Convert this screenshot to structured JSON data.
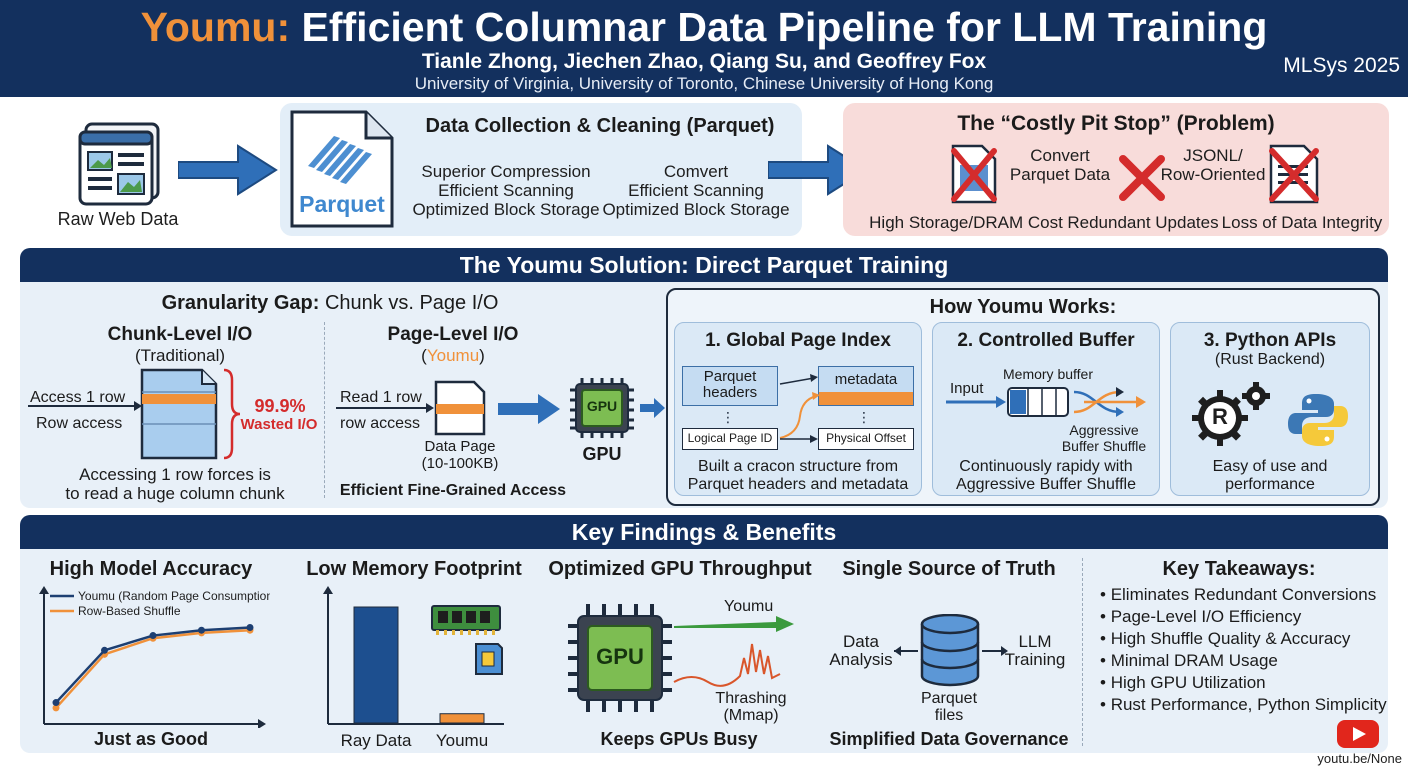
{
  "header": {
    "title_accent": "Youmu:",
    "title_rest": "Efficient Columnar Data Pipeline  for LLM Training",
    "authors": "Tianle Zhong, Jiechen Zhao, Qiang Su, and Geoffrey Fox",
    "affiliations": "University of Virginia,  University of Toronto,  Chinese University of Hong Kong",
    "venue": "MLSys 2025"
  },
  "top": {
    "raw_label": "Raw Web Data",
    "parquet_logo": "Parquet",
    "collection_title": "Data Collection & Cleaning (Parquet)",
    "col1": [
      "Superior Compression",
      "Efficient Scanning",
      "Optimized Block Storage"
    ],
    "col2": [
      "Comvert",
      "Efficient Scanning",
      "Optimized Block Storage"
    ],
    "problem_title": "The “Costly Pit Stop” (Problem)",
    "convert": [
      "Convert",
      "Parquet Data"
    ],
    "jsonl": [
      "JSONL/",
      "Row-Oriented"
    ],
    "costs": [
      "High Storage/DRAM Cost",
      "Redundant Updates",
      "Loss of Data Integrity"
    ]
  },
  "solution": {
    "bar": "The Youmu Solution: Direct Parquet Training",
    "gap_title_bold": "Granularity Gap:",
    "gap_title_rest": "Chunk vs. Page I/O",
    "chunk_title": "Chunk-Level I/O",
    "chunk_sub": "(Traditional)",
    "access_row": "Access 1 row",
    "row_access": "Row access",
    "wasted_pct": "99.9%",
    "wasted_label": "Wasted I/O",
    "chunk_caption": [
      "Accessing 1 row forces is",
      "to read a huge column chunk"
    ],
    "page_title": "Page-Level I/O",
    "page_sub_open": "(",
    "page_sub_name": "Youmu",
    "page_sub_close": ")",
    "read_row": "Read 1 row",
    "row_access2": "row access",
    "data_page": "Data Page",
    "page_size": "(10-100KB)",
    "page_caption": "Efficient Fine-Grained Access",
    "gpu_chip": "GPU",
    "gpu_label": "GPU",
    "how_title": "How Youmu Works:",
    "step1_title": "1. Global Page Index",
    "parquet_headers": [
      "Parquet",
      "headers"
    ],
    "metadata": "metadata",
    "logical_id": "Logical Page ID",
    "physical_offset": "Physical Offset",
    "step1_caption": [
      "Built a cracon structure from",
      "Parquet headers and metadata"
    ],
    "step2_title": "2. Controlled Buffer",
    "input": "Input",
    "memory_buffer": "Memory buffer",
    "aggr_shuffle": [
      "Aggressive",
      "Buffer Shuffle"
    ],
    "step2_caption": [
      "Continuously rapidy with",
      "Aggressive Buffer Shuffle"
    ],
    "step3_title": "3. Python APIs",
    "step3_sub": "(Rust Backend)",
    "rust_letter": "R",
    "step3_caption": [
      "Easy of use and",
      "performance"
    ]
  },
  "findings": {
    "bar": "Key Findings & Benefits",
    "acc_title": "High Model Accuracy",
    "legend_youmu": "Youmu (Random Page Consumption)",
    "legend_row": "Row-Based Shuffle",
    "acc_caption": "Just as Good",
    "mem_title": "Low Memory Footprint",
    "mem_bars": [
      "Ray Data",
      "Youmu"
    ],
    "gpu_title": "Optimized GPU Throughput",
    "gpu_chip": "GPU",
    "youmu_arrow": "Youmu",
    "thrashing": [
      "Thrashing",
      "(Mmap)"
    ],
    "gpu_caption": "Keeps GPUs Busy",
    "truth_title": "Single Source of Truth",
    "data_analysis": [
      "Data",
      "Analysis"
    ],
    "llm_training": [
      "LLM",
      "Training"
    ],
    "parquet_files": [
      "Parquet",
      "files"
    ],
    "truth_caption": "Simplified Data Governance",
    "takeaways_title": "Key Takeaways:",
    "takeaways": [
      "Eliminates Redundant Conversions",
      "Page-Level I/O Efficiency",
      "High Shuffle Quality & Accuracy",
      "Minimal DRAM Usage",
      "High GPU Utilization",
      "Rust Performance, Python Simplicity"
    ]
  },
  "footer": {
    "url": "youtu.be/None"
  },
  "chart_data": {
    "type": "line",
    "title": "High Model Accuracy",
    "xlabel": "",
    "ylabel": "",
    "x": [
      1,
      2,
      3,
      4,
      5
    ],
    "series": [
      {
        "name": "Youmu (Random Page Consumption)",
        "values": [
          0.16,
          0.55,
          0.66,
          0.7,
          0.72
        ]
      },
      {
        "name": "Row-Based Shuffle",
        "values": [
          0.12,
          0.52,
          0.64,
          0.68,
          0.7
        ]
      }
    ],
    "colors": {
      "Youmu (Random Page Consumption)": "#1d3f72",
      "Row-Based Shuffle": "#f0913a"
    },
    "ylim": [
      0,
      1
    ],
    "grid": false,
    "legend": "top-left"
  },
  "chart_data_memory": {
    "type": "bar",
    "categories": [
      "Ray Data",
      "Youmu"
    ],
    "values": [
      1.0,
      0.08
    ],
    "colors": [
      "#1d4f8f",
      "#f0913a"
    ]
  },
  "colors": {
    "navy": "#13305e",
    "accent": "#f0913a",
    "blue": "#2f6fb8",
    "red": "#d42c2c",
    "green": "#3b9a3e"
  }
}
